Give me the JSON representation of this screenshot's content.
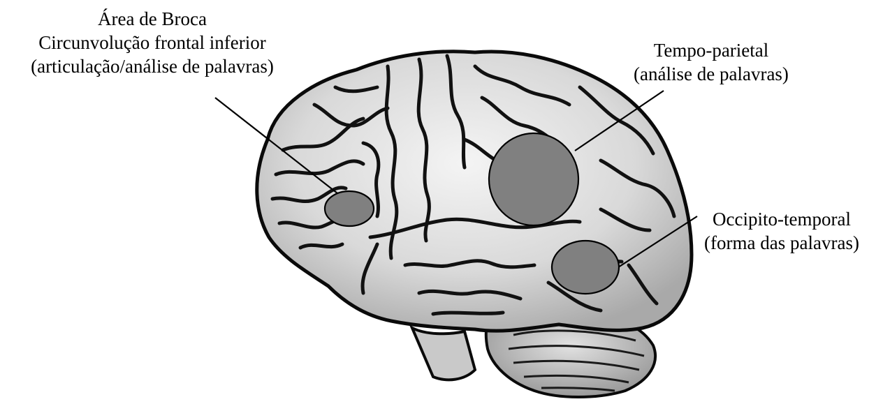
{
  "regions": [
    {
      "id": "broca",
      "lines": [
        "Área de Broca",
        "Circunvolução frontal inferior",
        "(articulação/análise de palavras)"
      ]
    },
    {
      "id": "tempo-parietal",
      "lines": [
        "Tempo-parietal",
        "(análise de palavras)"
      ]
    },
    {
      "id": "occipito-temporal",
      "lines": [
        "Occipito-temporal",
        "(forma das palavras)"
      ]
    }
  ],
  "colors": {
    "region_fill": "#808080",
    "brain_fill": "#d6d6d6",
    "brain_outline": "#0a0a0a",
    "background": "#ffffff"
  }
}
